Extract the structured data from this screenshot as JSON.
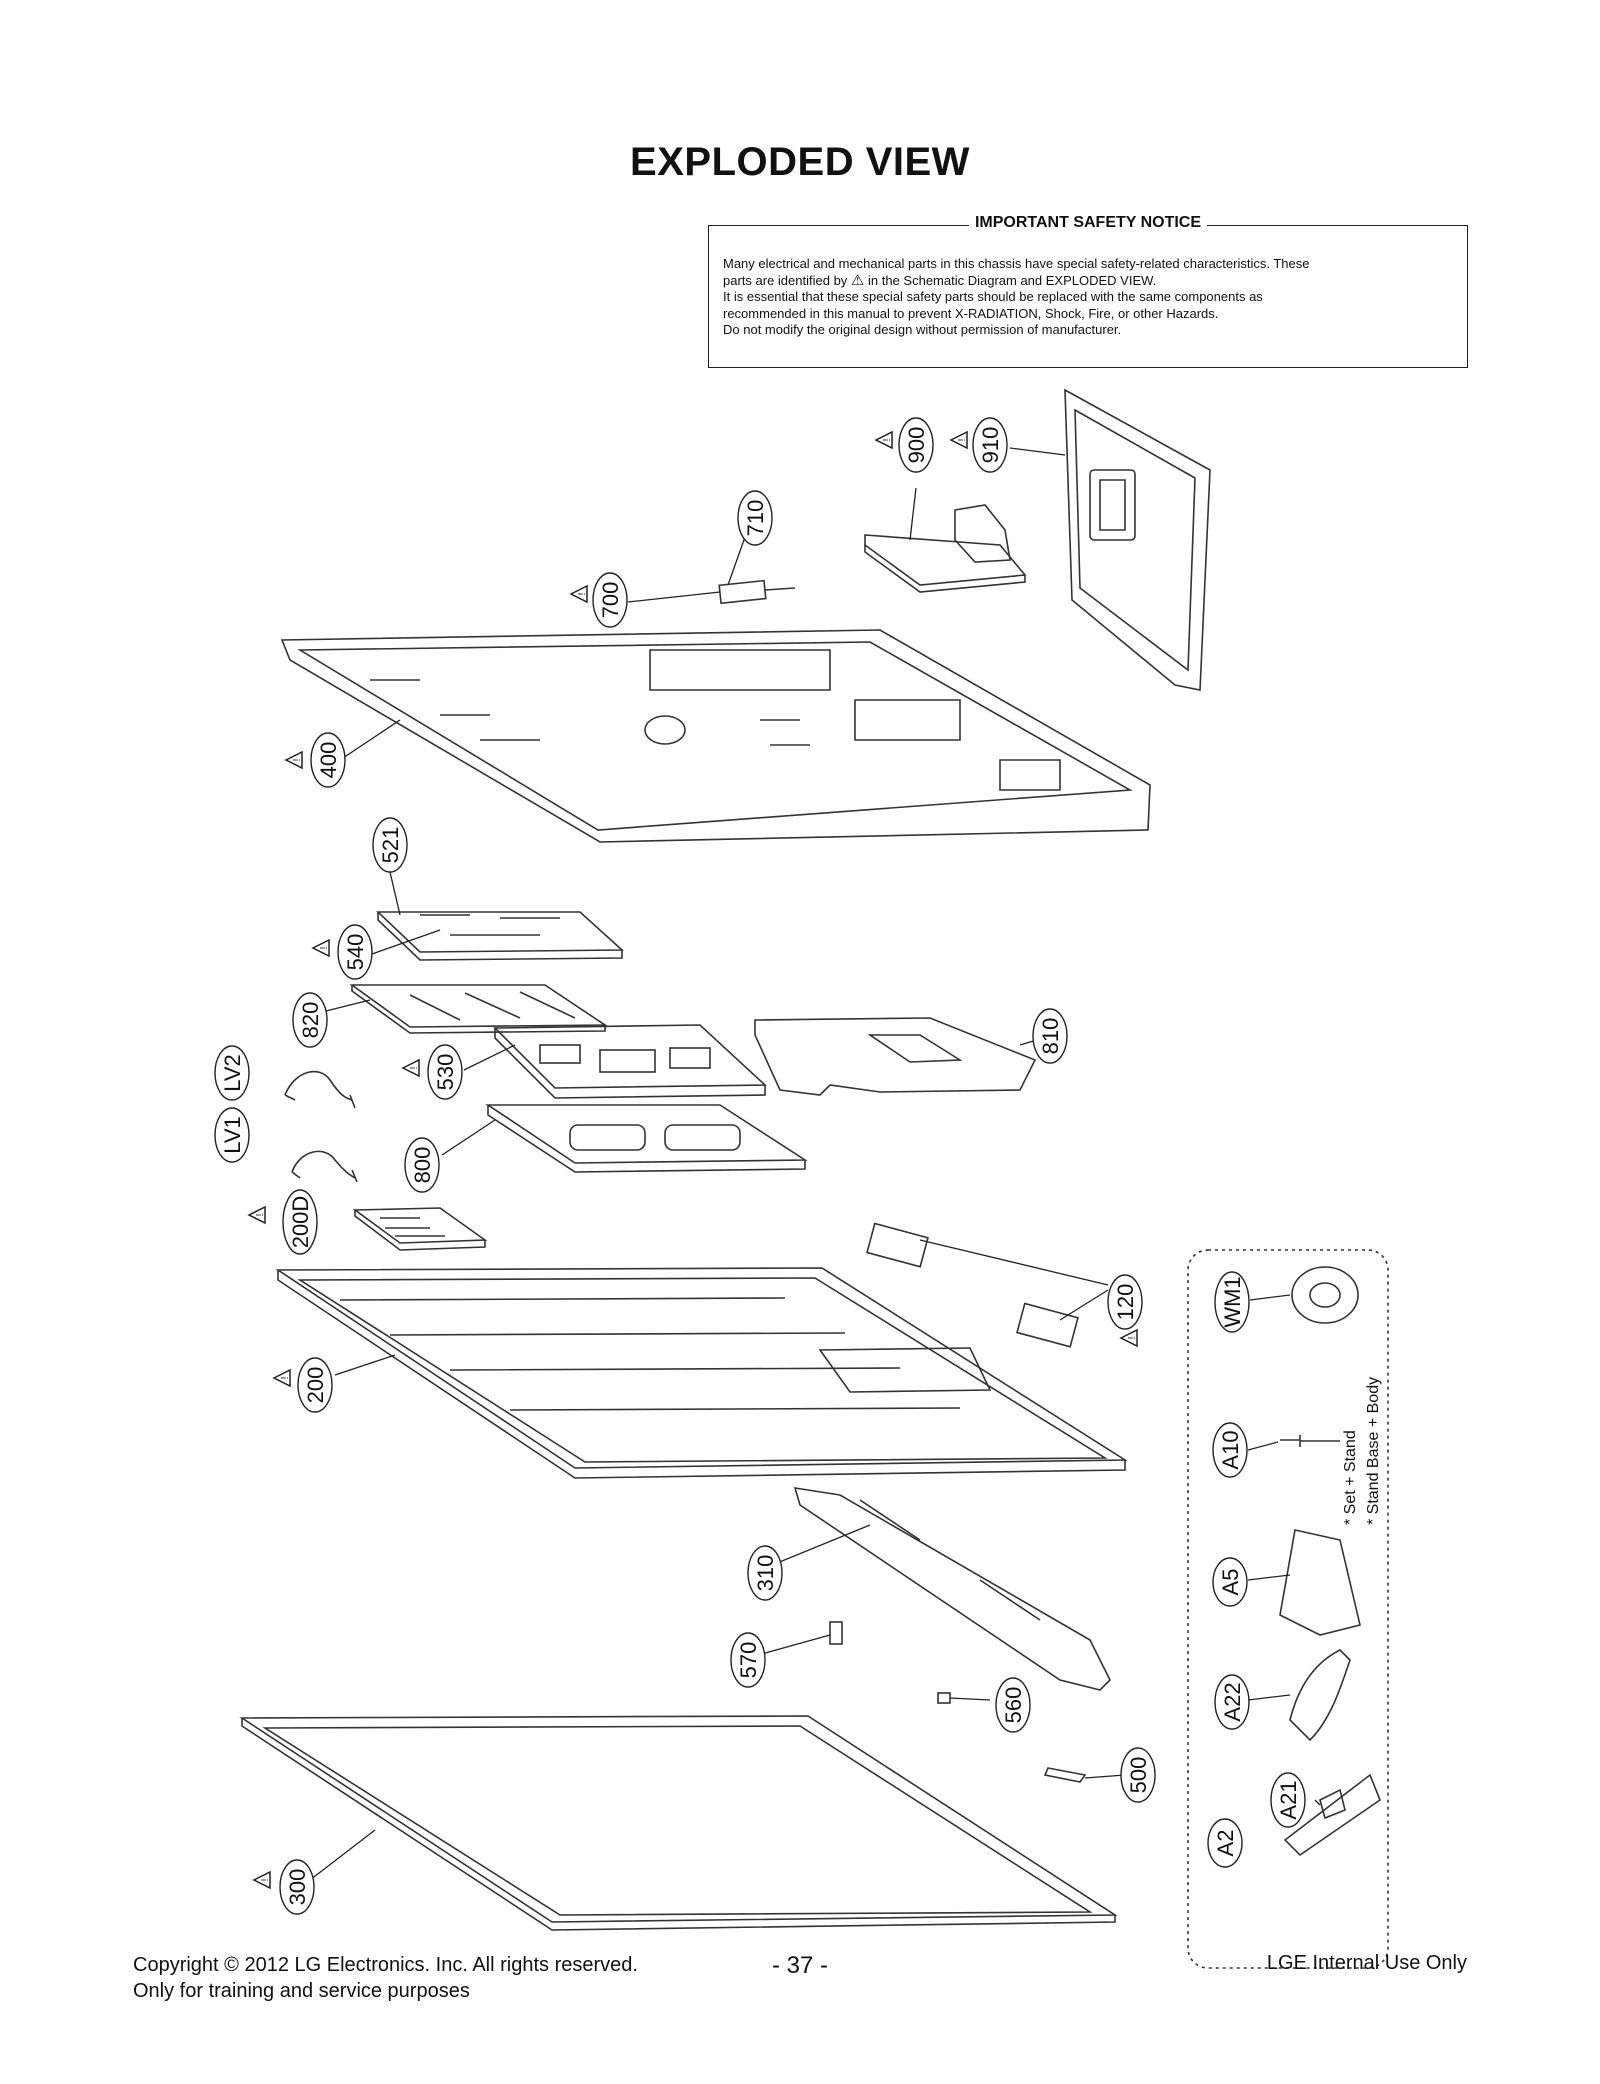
{
  "page": {
    "title": "EXPLODED VIEW"
  },
  "notice": {
    "title": "IMPORTANT SAFETY NOTICE",
    "line1": "Many electrical and mechanical parts in this chassis have special safety-related characteristics. These",
    "line2_pre": "parts are identified by",
    "line2_post": "in the Schematic Diagram and EXPLODED VIEW.",
    "line3": "It is essential that these special safety parts should be replaced with the same components as",
    "line4": "recommended in this manual to prevent X-RADIATION, Shock, Fire, or other Hazards.",
    "line5": "Do not modify the original design without permission of manufacturer."
  },
  "callouts": {
    "p900": "900",
    "p910": "910",
    "p710": "710",
    "p700": "700",
    "p400": "400",
    "p521": "521",
    "p540": "540",
    "p820": "820",
    "p530": "530",
    "p810": "810",
    "pLV2": "LV2",
    "pLV1": "LV1",
    "p800": "800",
    "p200D": "200D",
    "p120": "120",
    "p200": "200",
    "p310": "310",
    "p570": "570",
    "p560": "560",
    "p500": "500",
    "p300": "300"
  },
  "accessories": {
    "WM1": "WM1",
    "A10": "A10",
    "A5": "A5",
    "A22": "A22",
    "A2": "A2",
    "A21": "A21",
    "note1": "* Set + Stand",
    "note2": "* Stand Base + Body"
  },
  "footer": {
    "copyright": "Copyright  © 2012  LG Electronics. Inc. All rights reserved.",
    "training": "Only for training and service purposes",
    "page_number": "- 37 -",
    "internal": "LGE Internal Use Only"
  }
}
